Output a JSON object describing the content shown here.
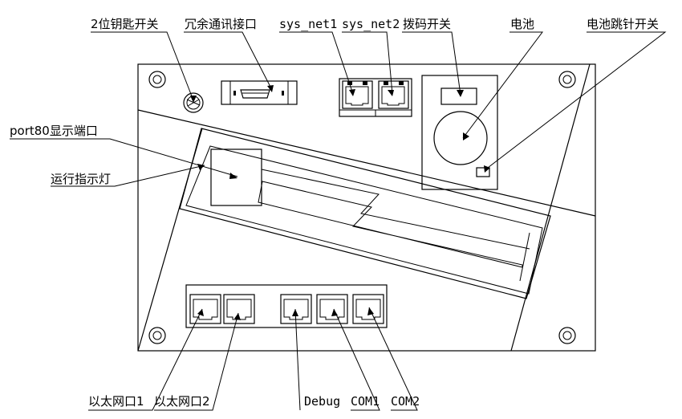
{
  "labels": {
    "key_switch": "2位钥匙开关",
    "redundant_comm": "冗余通讯接口",
    "sys_net1": "sys_net1",
    "sys_net2": "sys_net2",
    "dip_switch": "拨码开关",
    "battery": "电池",
    "battery_jumper": "电池跳针开关",
    "port80": "port80显示端口",
    "run_led": "运行指示灯",
    "eth1": "以太网口1",
    "eth2": "以太网口2",
    "debug": "Debug",
    "com1": "COM1",
    "com2": "COM2"
  }
}
